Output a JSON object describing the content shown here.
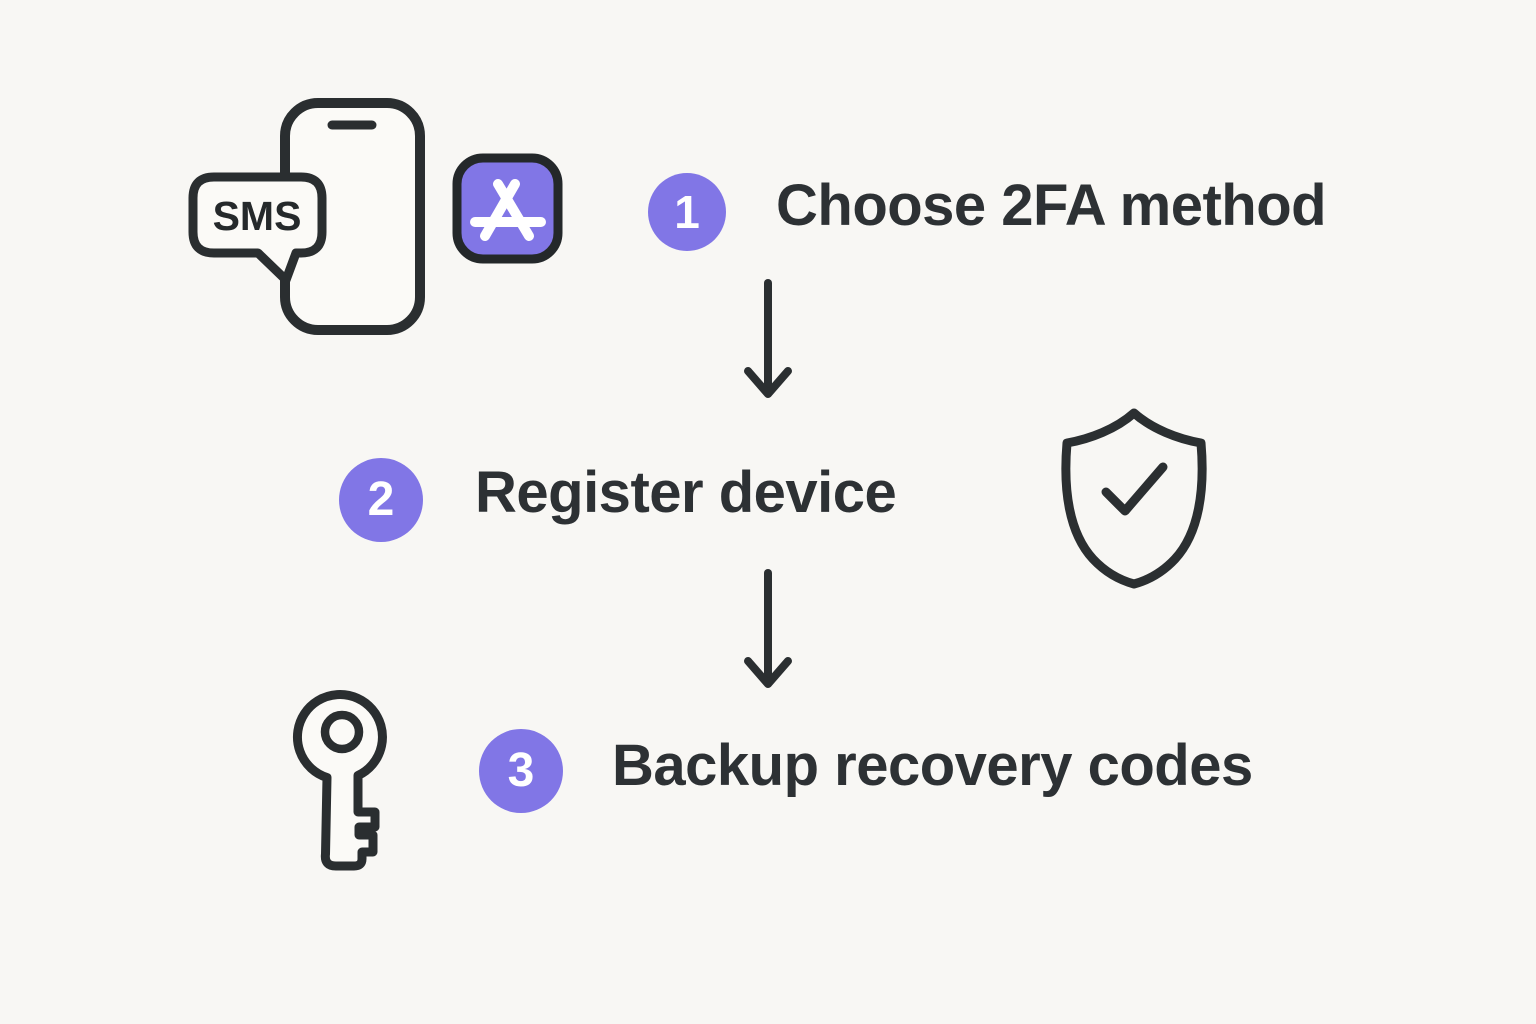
{
  "diagram": {
    "type": "flow",
    "direction": "vertical"
  },
  "colors": {
    "background": "#f8f7f4",
    "ink": "#2b2f31",
    "accent": "#8176e6",
    "badge_text": "#ffffff",
    "label_text": "#2d3134",
    "icon_fill": "#fbfaf7"
  },
  "illustration": {
    "sms_bubble_label": "SMS"
  },
  "icons": {
    "phone": "smartphone-icon",
    "sms": "sms-speech-bubble-icon",
    "app_store": "app-store-icon",
    "shield": "shield-check-icon",
    "key": "key-icon",
    "arrow": "arrow-down-icon"
  },
  "steps": [
    {
      "number": "1",
      "label": "Choose 2FA method"
    },
    {
      "number": "2",
      "label": "Register device"
    },
    {
      "number": "3",
      "label": "Backup recovery codes"
    }
  ]
}
